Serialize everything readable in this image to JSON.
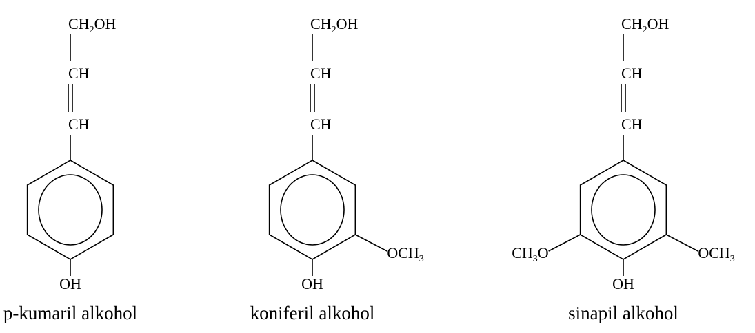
{
  "molecules": [
    {
      "caption": "p-kumaril alkohol",
      "top_group": {
        "pre": "CH",
        "sub": "2",
        "post": "OH"
      },
      "chain_upper": "CH",
      "chain_lower": "CH",
      "bottom_group": "OH",
      "left_substituent": null,
      "right_substituent": null
    },
    {
      "caption": "koniferil alkohol",
      "top_group": {
        "pre": "CH",
        "sub": "2",
        "post": "OH"
      },
      "chain_upper": "CH",
      "chain_lower": "CH",
      "bottom_group": "OH",
      "left_substituent": null,
      "right_substituent": {
        "pre": "OCH",
        "sub": "3"
      }
    },
    {
      "caption": "sinapil alkohol",
      "top_group": {
        "pre": "CH",
        "sub": "2",
        "post": "OH"
      },
      "chain_upper": "CH",
      "chain_lower": "CH",
      "bottom_group": "OH",
      "left_substituent": {
        "pre": "CH",
        "sub": "3",
        "post": "O"
      },
      "right_substituent": {
        "pre": "OCH",
        "sub": "3"
      }
    }
  ]
}
